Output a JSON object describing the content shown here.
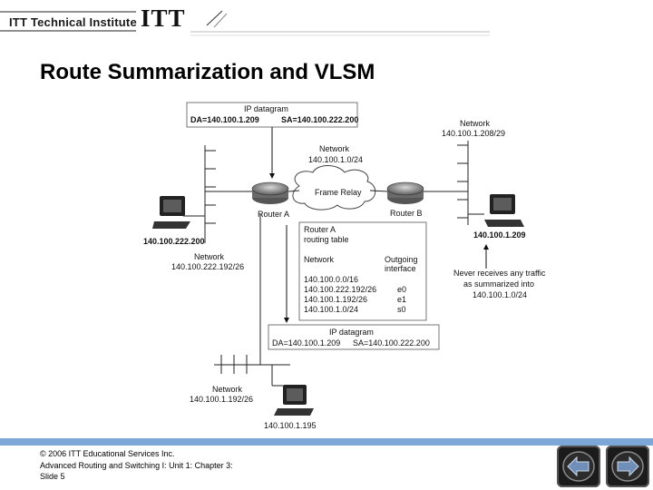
{
  "header": {
    "institute_name": "ITT Technical Institute",
    "logo": "ITT"
  },
  "slide": {
    "title": "Route Summarization and VLSM"
  },
  "diagram": {
    "top_datagram": {
      "label": "IP datagram",
      "da": "DA=140.100.1.209",
      "sa": "SA=140.100.222.200"
    },
    "frame_relay": {
      "network_label": "Network",
      "network": "140.100.1.0/24",
      "cloud_label": "Frame Relay"
    },
    "router_a": "Router A",
    "router_b": "Router B",
    "network_right": {
      "label": "Network",
      "value": "140.100.1.208/29"
    },
    "host_right": "140.100.1.209",
    "host_left": "140.100.222.200",
    "network_left": {
      "label": "Network",
      "value": "140.100.222.192/26"
    },
    "routing_table": {
      "title_line1": "Router A",
      "title_line2": "routing table",
      "col_network": "Network",
      "col_interface_1": "Outgoing",
      "col_interface_2": "interface",
      "rows": [
        {
          "network": "140.100.0.0/16",
          "interface": ""
        },
        {
          "network": "140.100.222.192/26",
          "interface": "e0"
        },
        {
          "network": "140.100.1.192/26",
          "interface": "e1"
        },
        {
          "network": "140.100.1.0/24",
          "interface": "s0"
        }
      ]
    },
    "note": [
      "Never receives any traffic",
      "as summarized into",
      "140.100.1.0/24"
    ],
    "bottom_datagram": {
      "label": "IP datagram",
      "da": "DA=140.100.1.209",
      "sa": "SA=140.100.222.200"
    },
    "network_bottom": {
      "label": "Network",
      "value": "140.100.1.192/26"
    },
    "host_bottom": "140.100.1.195"
  },
  "footer": {
    "copyright": "© 2006 ITT Educational Services Inc.",
    "course": "Advanced Routing and Switching I: Unit 1: Chapter 3:",
    "slide": "Slide 5"
  },
  "nav": {
    "back_icon": "arrow-left-icon",
    "forward_icon": "arrow-right-icon"
  },
  "colors": {
    "footer_band": "#7da7d8",
    "nav_button": "#1b1b1b",
    "nav_arrow": "#6f8fb8"
  }
}
